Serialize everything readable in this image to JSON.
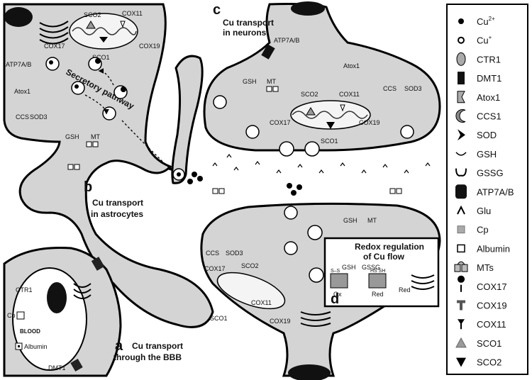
{
  "panels": {
    "a": {
      "letter": "a",
      "title_line1": "Cu transport",
      "title_line2": "through the BBB"
    },
    "b": {
      "letter": "b",
      "title_line1": "Cu transport",
      "title_line2": "in astrocytes"
    },
    "c": {
      "letter": "c",
      "title_line1": "Cu transport",
      "title_line2": "in neurons"
    },
    "d": {
      "letter": "d",
      "title_line1": "Redox regulation",
      "title_line2": "of Cu flow"
    }
  },
  "labels": {
    "sco2": "SCO2",
    "sco1": "SCO1",
    "cox11": "COX11",
    "cox17": "COX17",
    "cox19": "COX19",
    "atp7ab": "ATP7A/B",
    "atox1": "Atox1",
    "ccs": "CCS",
    "sod3": "SOD3",
    "gsh": "GSH",
    "mt": "MT",
    "gssg": "GSSG",
    "ctr1": "CTR1",
    "cp": "Cp",
    "albumin": "Albumin",
    "blood": "BLOOD",
    "dmt1": "DMT1",
    "secretory_pathway": "Secretory pathway",
    "ox": "Ox",
    "red": "Red",
    "ss": "S–S",
    "hs_sh": "HS  SH"
  },
  "legend": {
    "items": [
      {
        "icon": "cu2-dot-icon",
        "label": "Cu",
        "sup": "2+"
      },
      {
        "icon": "cu1-ring-icon",
        "label": "Cu",
        "sup": "+"
      },
      {
        "icon": "ctr1-icon",
        "label": "CTR1"
      },
      {
        "icon": "dmt1-icon",
        "label": "DMT1"
      },
      {
        "icon": "atox1-icon",
        "label": "Atox1"
      },
      {
        "icon": "ccs1-icon",
        "label": "CCS1"
      },
      {
        "icon": "sod-icon",
        "label": "SOD"
      },
      {
        "icon": "gsh-icon",
        "label": "GSH"
      },
      {
        "icon": "gssg-icon",
        "label": "GSSG"
      },
      {
        "icon": "atp7ab-icon",
        "label": "ATP7A/B"
      },
      {
        "icon": "glu-icon",
        "label": "Glu"
      },
      {
        "icon": "cp-icon",
        "label": "Cp"
      },
      {
        "icon": "albumin-icon",
        "label": "Albumin"
      },
      {
        "icon": "mts-icon",
        "label": "MTs"
      },
      {
        "icon": "cox17-icon",
        "label": "COX17"
      },
      {
        "icon": "cox19-icon",
        "label": "COX19"
      },
      {
        "icon": "cox11-icon",
        "label": "COX11"
      },
      {
        "icon": "sco1-icon",
        "label": "SCO1"
      },
      {
        "icon": "sco2-icon",
        "label": "SCO2"
      }
    ]
  }
}
